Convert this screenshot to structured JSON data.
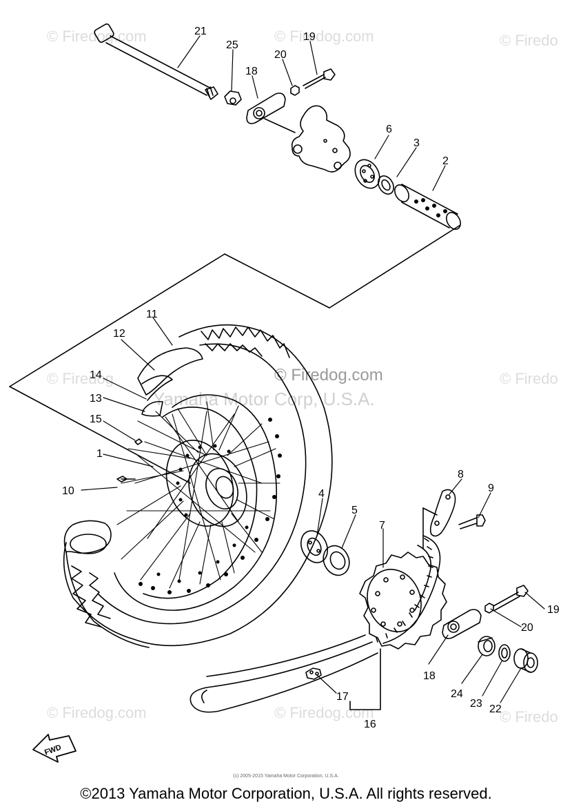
{
  "watermarks": {
    "site": "© Firedog.com",
    "site_partial": "© Firedo",
    "site_partial2": "© Firedog",
    "company": "Yamaha Motor Corp, U.S.A."
  },
  "callouts": [
    "1",
    "2",
    "3",
    "4",
    "5",
    "6",
    "7",
    "8",
    "9",
    "10",
    "11",
    "12",
    "13",
    "14",
    "15",
    "16",
    "17",
    "18",
    "19",
    "20",
    "21",
    "22",
    "23",
    "24",
    "25"
  ],
  "fwd_label": "FWD",
  "fineprint": "(c) 2005-2015 Yamaha Motor Corporation, U.S.A.",
  "copyright": "©2013 Yamaha Motor Corporation, U.S.A. All rights reserved."
}
